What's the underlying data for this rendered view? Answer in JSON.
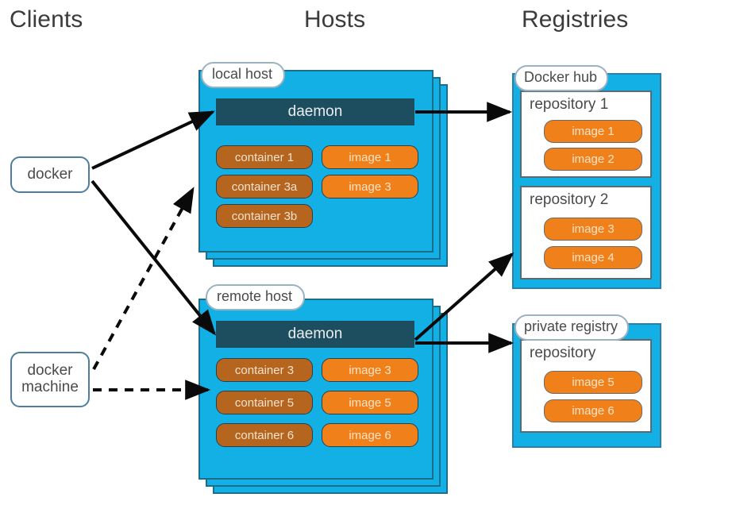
{
  "headers": {
    "clients": "Clients",
    "hosts": "Hosts",
    "registries": "Registries"
  },
  "clients": [
    {
      "id": "docker",
      "label": "docker"
    },
    {
      "id": "docker-machine",
      "label": "docker machine"
    }
  ],
  "hosts": [
    {
      "id": "local-host",
      "tab_label": "local host",
      "daemon_label": "daemon",
      "containers": [
        "container 1",
        "container 3a",
        "container 3b"
      ],
      "images": [
        "image 1",
        "image 3"
      ]
    },
    {
      "id": "remote-host",
      "tab_label": "remote host",
      "daemon_label": "daemon",
      "containers": [
        "container 3",
        "container 5",
        "container 6"
      ],
      "images": [
        "image 3",
        "image 5",
        "image 6"
      ]
    }
  ],
  "registries": [
    {
      "id": "docker-hub",
      "tab_label": "Docker hub",
      "repositories": [
        {
          "label": "repository 1",
          "images": [
            "image 1",
            "image 2"
          ]
        },
        {
          "label": "repository 2",
          "images": [
            "image 3",
            "image 4"
          ]
        }
      ]
    },
    {
      "id": "private-registry",
      "tab_label": "private registry",
      "repositories": [
        {
          "label": "repository",
          "images": [
            "image 5",
            "image 6"
          ]
        }
      ]
    }
  ],
  "connections": [
    {
      "from": "docker",
      "to": "local-host-daemon",
      "style": "solid"
    },
    {
      "from": "docker",
      "to": "remote-host-daemon",
      "style": "solid"
    },
    {
      "from": "docker-machine",
      "to": "local-host",
      "style": "dashed"
    },
    {
      "from": "docker-machine",
      "to": "remote-host",
      "style": "dashed"
    },
    {
      "from": "local-host-daemon",
      "to": "repository-1",
      "style": "solid"
    },
    {
      "from": "remote-host-daemon",
      "to": "repository-2",
      "style": "solid"
    },
    {
      "from": "remote-host-daemon",
      "to": "private-registry",
      "style": "solid"
    }
  ],
  "colors": {
    "host_panel": "#13b0e6",
    "host_border": "#1c6e8c",
    "daemon": "#1d4e5f",
    "container": "#b5651d",
    "image": "#f08019",
    "client_border": "#4d7f9c",
    "registry_panel": "#13b0e6",
    "text_dark": "#4a4a4a"
  }
}
